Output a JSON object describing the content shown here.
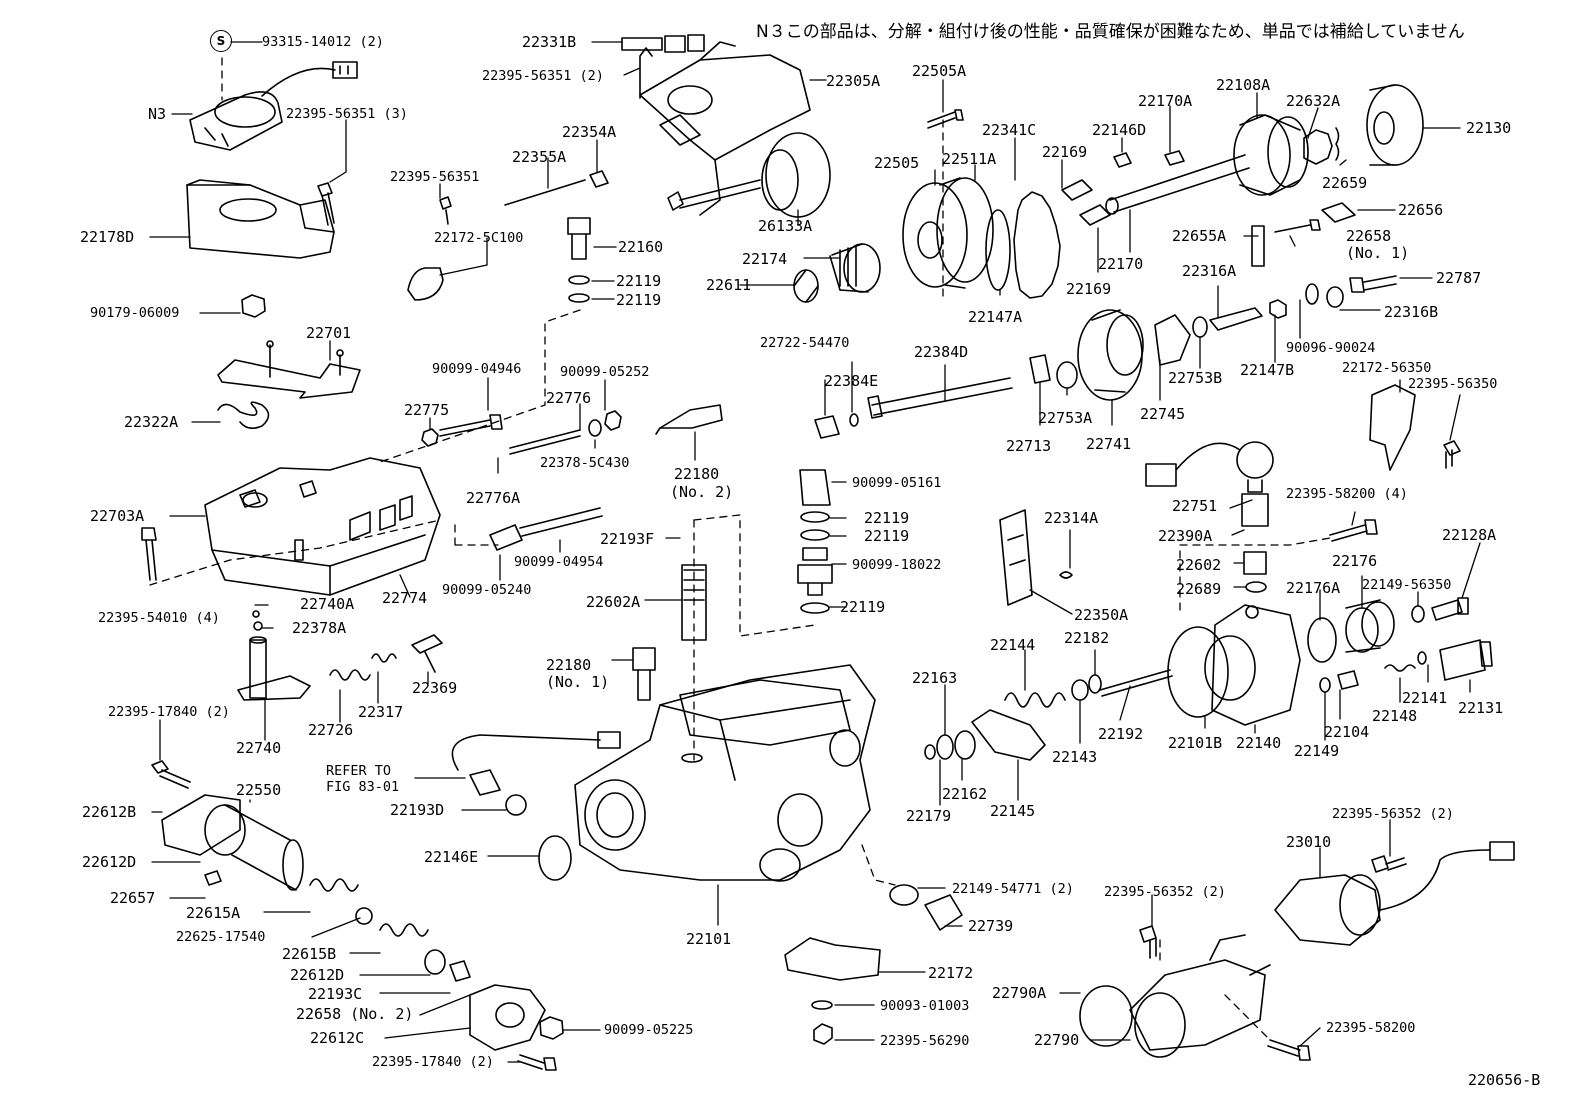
{
  "diagram": {
    "note": "N３この部品は、分解・組付け後の性能・品質確保が困難なため、単品では補給していません",
    "figure_id": "220656-B",
    "s_mark": "S",
    "parts": [
      {
        "id": "p01",
        "text": "93315-14012 (2)"
      },
      {
        "id": "p02",
        "text": "N3"
      },
      {
        "id": "p03",
        "text": "22395-56351 (3)"
      },
      {
        "id": "p04",
        "text": "22178D"
      },
      {
        "id": "p05",
        "text": "90179-06009"
      },
      {
        "id": "p06",
        "text": "22701"
      },
      {
        "id": "p07",
        "text": "22322A"
      },
      {
        "id": "p08",
        "text": "22703A"
      },
      {
        "id": "p09",
        "text": "22395-54010 (4)"
      },
      {
        "id": "p10",
        "text": "22740A"
      },
      {
        "id": "p11",
        "text": "22378A"
      },
      {
        "id": "p12",
        "text": "22774"
      },
      {
        "id": "p13",
        "text": "22369"
      },
      {
        "id": "p14",
        "text": "22317"
      },
      {
        "id": "p15",
        "text": "22726"
      },
      {
        "id": "p16",
        "text": "22740"
      },
      {
        "id": "p17",
        "text": "22395-17840 (2)"
      },
      {
        "id": "p18",
        "text": "22550"
      },
      {
        "id": "p19",
        "text": "22612B"
      },
      {
        "id": "p20",
        "text": "22612D"
      },
      {
        "id": "p21",
        "text": "22657"
      },
      {
        "id": "p22",
        "text": "22615A"
      },
      {
        "id": "p23",
        "text": "22625-17540"
      },
      {
        "id": "p24",
        "text": "22615B"
      },
      {
        "id": "p25",
        "text": "22612D"
      },
      {
        "id": "p26",
        "text": "22193C"
      },
      {
        "id": "p27",
        "text": "22658 (No. 2)"
      },
      {
        "id": "p28",
        "text": "22612C"
      },
      {
        "id": "p29",
        "text": "90099-05225"
      },
      {
        "id": "p30",
        "text": "22395-17840 (2)"
      },
      {
        "id": "p31",
        "text": "22331B"
      },
      {
        "id": "p32",
        "text": "22395-56351 (2)"
      },
      {
        "id": "p33",
        "text": "22305A"
      },
      {
        "id": "p34",
        "text": "22354A"
      },
      {
        "id": "p35",
        "text": "22355A"
      },
      {
        "id": "p36",
        "text": "22395-56351"
      },
      {
        "id": "p37",
        "text": "22172-5C100"
      },
      {
        "id": "p38",
        "text": "22160"
      },
      {
        "id": "p39",
        "text": "22119"
      },
      {
        "id": "p40",
        "text": "22119"
      },
      {
        "id": "p41",
        "text": "26133A"
      },
      {
        "id": "p42",
        "text": "90099-04946"
      },
      {
        "id": "p43",
        "text": "90099-05252"
      },
      {
        "id": "p44",
        "text": "22775"
      },
      {
        "id": "p45",
        "text": "22776"
      },
      {
        "id": "p46",
        "text": "22378-5C430"
      },
      {
        "id": "p47",
        "text": "22776A"
      },
      {
        "id": "p48",
        "text": "22180"
      },
      {
        "id": "p49",
        "text": "(No. 2)"
      },
      {
        "id": "p50",
        "text": "22193F"
      },
      {
        "id": "p51",
        "text": "90099-04954"
      },
      {
        "id": "p52",
        "text": "90099-05240"
      },
      {
        "id": "p53",
        "text": "22602A"
      },
      {
        "id": "p54",
        "text": "22180"
      },
      {
        "id": "p55",
        "text": "(No. 1)"
      },
      {
        "id": "p56",
        "text": "REFER TO"
      },
      {
        "id": "p57",
        "text": "FIG 83-01"
      },
      {
        "id": "p58",
        "text": "22193D"
      },
      {
        "id": "p59",
        "text": "22146E"
      },
      {
        "id": "p60",
        "text": "22101"
      },
      {
        "id": "p61",
        "text": "22174"
      },
      {
        "id": "p62",
        "text": "22611"
      },
      {
        "id": "p63",
        "text": "22722-54470"
      },
      {
        "id": "p64",
        "text": "22384D"
      },
      {
        "id": "p65",
        "text": "22384E"
      },
      {
        "id": "p66",
        "text": "90099-05161"
      },
      {
        "id": "p67",
        "text": "22119"
      },
      {
        "id": "p68",
        "text": "22119"
      },
      {
        "id": "p69",
        "text": "90099-18022"
      },
      {
        "id": "p70",
        "text": "22119"
      },
      {
        "id": "p71",
        "text": "22149-54771 (2)"
      },
      {
        "id": "p72",
        "text": "22739"
      },
      {
        "id": "p73",
        "text": "22172"
      },
      {
        "id": "p74",
        "text": "90093-01003"
      },
      {
        "id": "p75",
        "text": "22395-56290"
      },
      {
        "id": "p76",
        "text": "22505A"
      },
      {
        "id": "p77",
        "text": "22341C"
      },
      {
        "id": "p78",
        "text": "22505"
      },
      {
        "id": "p79",
        "text": "22511A"
      },
      {
        "id": "p80",
        "text": "22169"
      },
      {
        "id": "p81",
        "text": "22146D"
      },
      {
        "id": "p82",
        "text": "22170A"
      },
      {
        "id": "p83",
        "text": "22108A"
      },
      {
        "id": "p84",
        "text": "22632A"
      },
      {
        "id": "p85",
        "text": "22130"
      },
      {
        "id": "p86",
        "text": "22659"
      },
      {
        "id": "p87",
        "text": "22656"
      },
      {
        "id": "p88",
        "text": "22655A"
      },
      {
        "id": "p89",
        "text": "22658"
      },
      {
        "id": "p90",
        "text": "(No. 1)"
      },
      {
        "id": "p91",
        "text": "22170"
      },
      {
        "id": "p92",
        "text": "22169"
      },
      {
        "id": "p93",
        "text": "22147A"
      },
      {
        "id": "p94",
        "text": "22787"
      },
      {
        "id": "p95",
        "text": "22316A"
      },
      {
        "id": "p96",
        "text": "22316B"
      },
      {
        "id": "p97",
        "text": "90096-90024"
      },
      {
        "id": "p98",
        "text": "22147B"
      },
      {
        "id": "p99",
        "text": "22753B"
      },
      {
        "id": "p100",
        "text": "22172-56350"
      },
      {
        "id": "p101",
        "text": "22395-56350"
      },
      {
        "id": "p102",
        "text": "22745"
      },
      {
        "id": "p103",
        "text": "22713"
      },
      {
        "id": "p104",
        "text": "22753A"
      },
      {
        "id": "p105",
        "text": "22741"
      },
      {
        "id": "p106",
        "text": "22751"
      },
      {
        "id": "p107",
        "text": "22390A"
      },
      {
        "id": "p108",
        "text": "22395-58200 (4)"
      },
      {
        "id": "p109",
        "text": "22314A"
      },
      {
        "id": "p110",
        "text": "22602"
      },
      {
        "id": "p111",
        "text": "22689"
      },
      {
        "id": "p112",
        "text": "22176"
      },
      {
        "id": "p113",
        "text": "22128A"
      },
      {
        "id": "p114",
        "text": "22350A"
      },
      {
        "id": "p115",
        "text": "22176A"
      },
      {
        "id": "p116",
        "text": "22149-56350"
      },
      {
        "id": "p117",
        "text": "22144"
      },
      {
        "id": "p118",
        "text": "22182"
      },
      {
        "id": "p119",
        "text": "22163"
      },
      {
        "id": "p120",
        "text": "22192"
      },
      {
        "id": "p121",
        "text": "22143"
      },
      {
        "id": "p122",
        "text": "22141"
      },
      {
        "id": "p123",
        "text": "22148"
      },
      {
        "id": "p124",
        "text": "22131"
      },
      {
        "id": "p125",
        "text": "22104"
      },
      {
        "id": "p126",
        "text": "22149"
      },
      {
        "id": "p127",
        "text": "22101B"
      },
      {
        "id": "p128",
        "text": "22140"
      },
      {
        "id": "p129",
        "text": "22162"
      },
      {
        "id": "p130",
        "text": "22145"
      },
      {
        "id": "p131",
        "text": "22179"
      },
      {
        "id": "p132",
        "text": "22395-56352 (2)"
      },
      {
        "id": "p133",
        "text": "23010"
      },
      {
        "id": "p134",
        "text": "22395-56352 (2)"
      },
      {
        "id": "p135",
        "text": "22790A"
      },
      {
        "id": "p136",
        "text": "22790"
      },
      {
        "id": "p137",
        "text": "22395-58200"
      }
    ]
  }
}
